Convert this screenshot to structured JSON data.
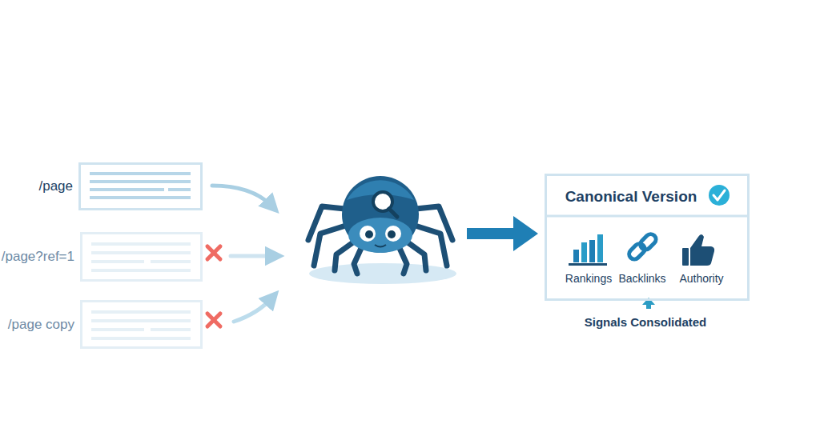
{
  "diagram": {
    "nodes": [
      {
        "text": [
          "/page"
        ]
      },
      {
        "text": [
          "/page?ref=1"
        ]
      },
      {
        "text": [
          "/page copy"
        ]
      },
      {
        "text": [
          "Canonical Version"
        ]
      }
    ],
    "labels": [
      "Rankings",
      "Backlinks",
      "Authority",
      "Signals Consolidated"
    ]
  }
}
